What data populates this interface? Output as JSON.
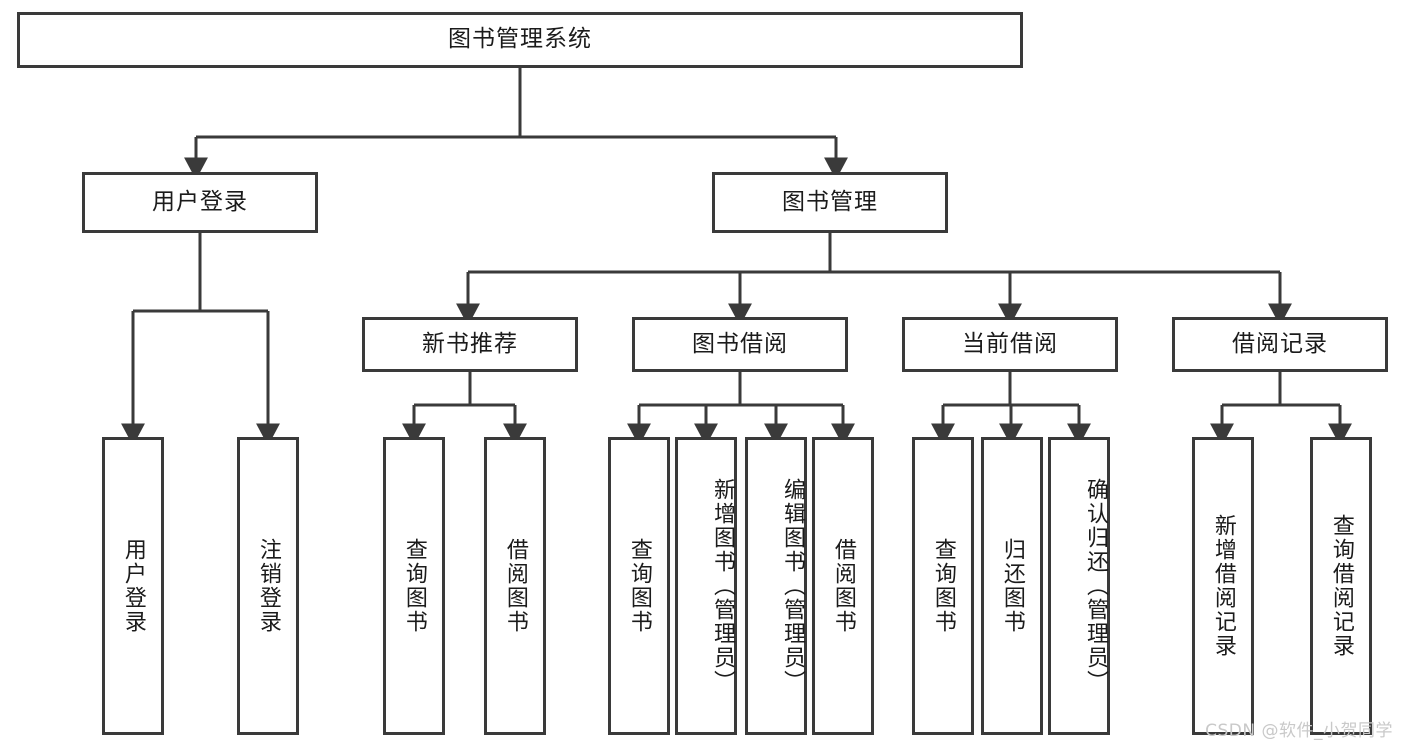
{
  "diagram": {
    "title": "图书管理系统",
    "type": "hierarchy-tree",
    "watermark": "CSDN @软件_小贺同学",
    "colors": {
      "stroke": "#3a3a3a",
      "fill": "#ffffff",
      "text": "#1b1b1b",
      "watermark": "#c9c9c9"
    },
    "levels": {
      "root": {
        "label": "图书管理系统"
      },
      "level2": [
        {
          "label": "用户登录"
        },
        {
          "label": "图书管理"
        }
      ],
      "level3": [
        {
          "label": "新书推荐"
        },
        {
          "label": "图书借阅"
        },
        {
          "label": "当前借阅"
        },
        {
          "label": "借阅记录"
        }
      ],
      "leaves": {
        "user_login": [
          {
            "label": "用户登录"
          },
          {
            "label": "注销登录"
          }
        ],
        "new_book_recommend": [
          {
            "label": "查询图书"
          },
          {
            "label": "借阅图书"
          }
        ],
        "book_borrow": [
          {
            "label": "查询图书"
          },
          {
            "label": "新增图书（管理员）"
          },
          {
            "label": "编辑图书（管理员）"
          },
          {
            "label": "借阅图书"
          }
        ],
        "current_borrow": [
          {
            "label": "查询图书"
          },
          {
            "label": "归还图书"
          },
          {
            "label": "确认归还（管理员）"
          }
        ],
        "borrow_record": [
          {
            "label": "新增借阅记录"
          },
          {
            "label": "查询借阅记录"
          }
        ]
      }
    }
  }
}
